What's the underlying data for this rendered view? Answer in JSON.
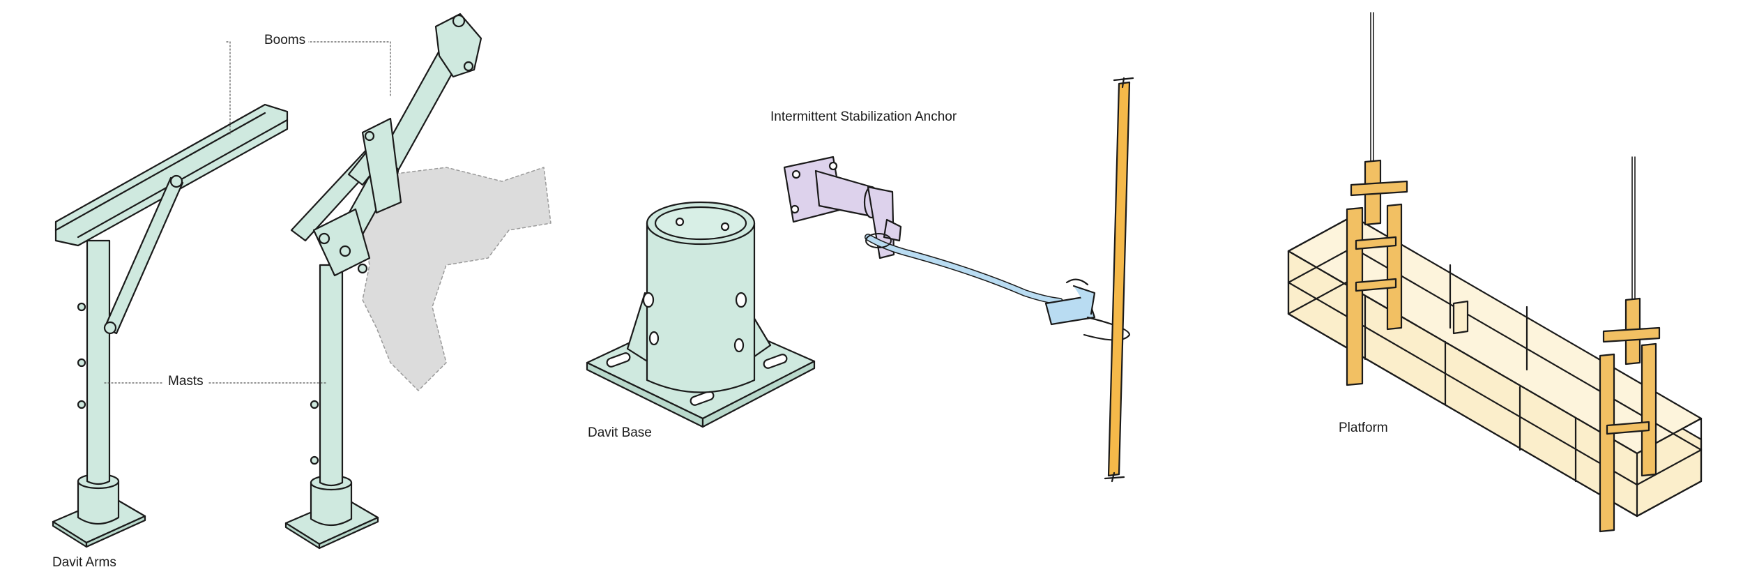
{
  "labels": {
    "booms": "Booms",
    "masts": "Masts",
    "davit_arms": "Davit Arms",
    "davit_base": "Davit Base",
    "anchor": "Intermittent Stabilization Anchor",
    "platform": "Platform"
  },
  "colors": {
    "davit_green": "#cfe9df",
    "shadow_gray": "#dcdcdc",
    "anchor_purple": "#ddd2ec",
    "cable_blue": "#b9dcf2",
    "mullion_orange": "#f5b94a",
    "platform_cream": "#fbeecb",
    "hanger_orange": "#f2c063",
    "ink": "#1a1a1a"
  }
}
